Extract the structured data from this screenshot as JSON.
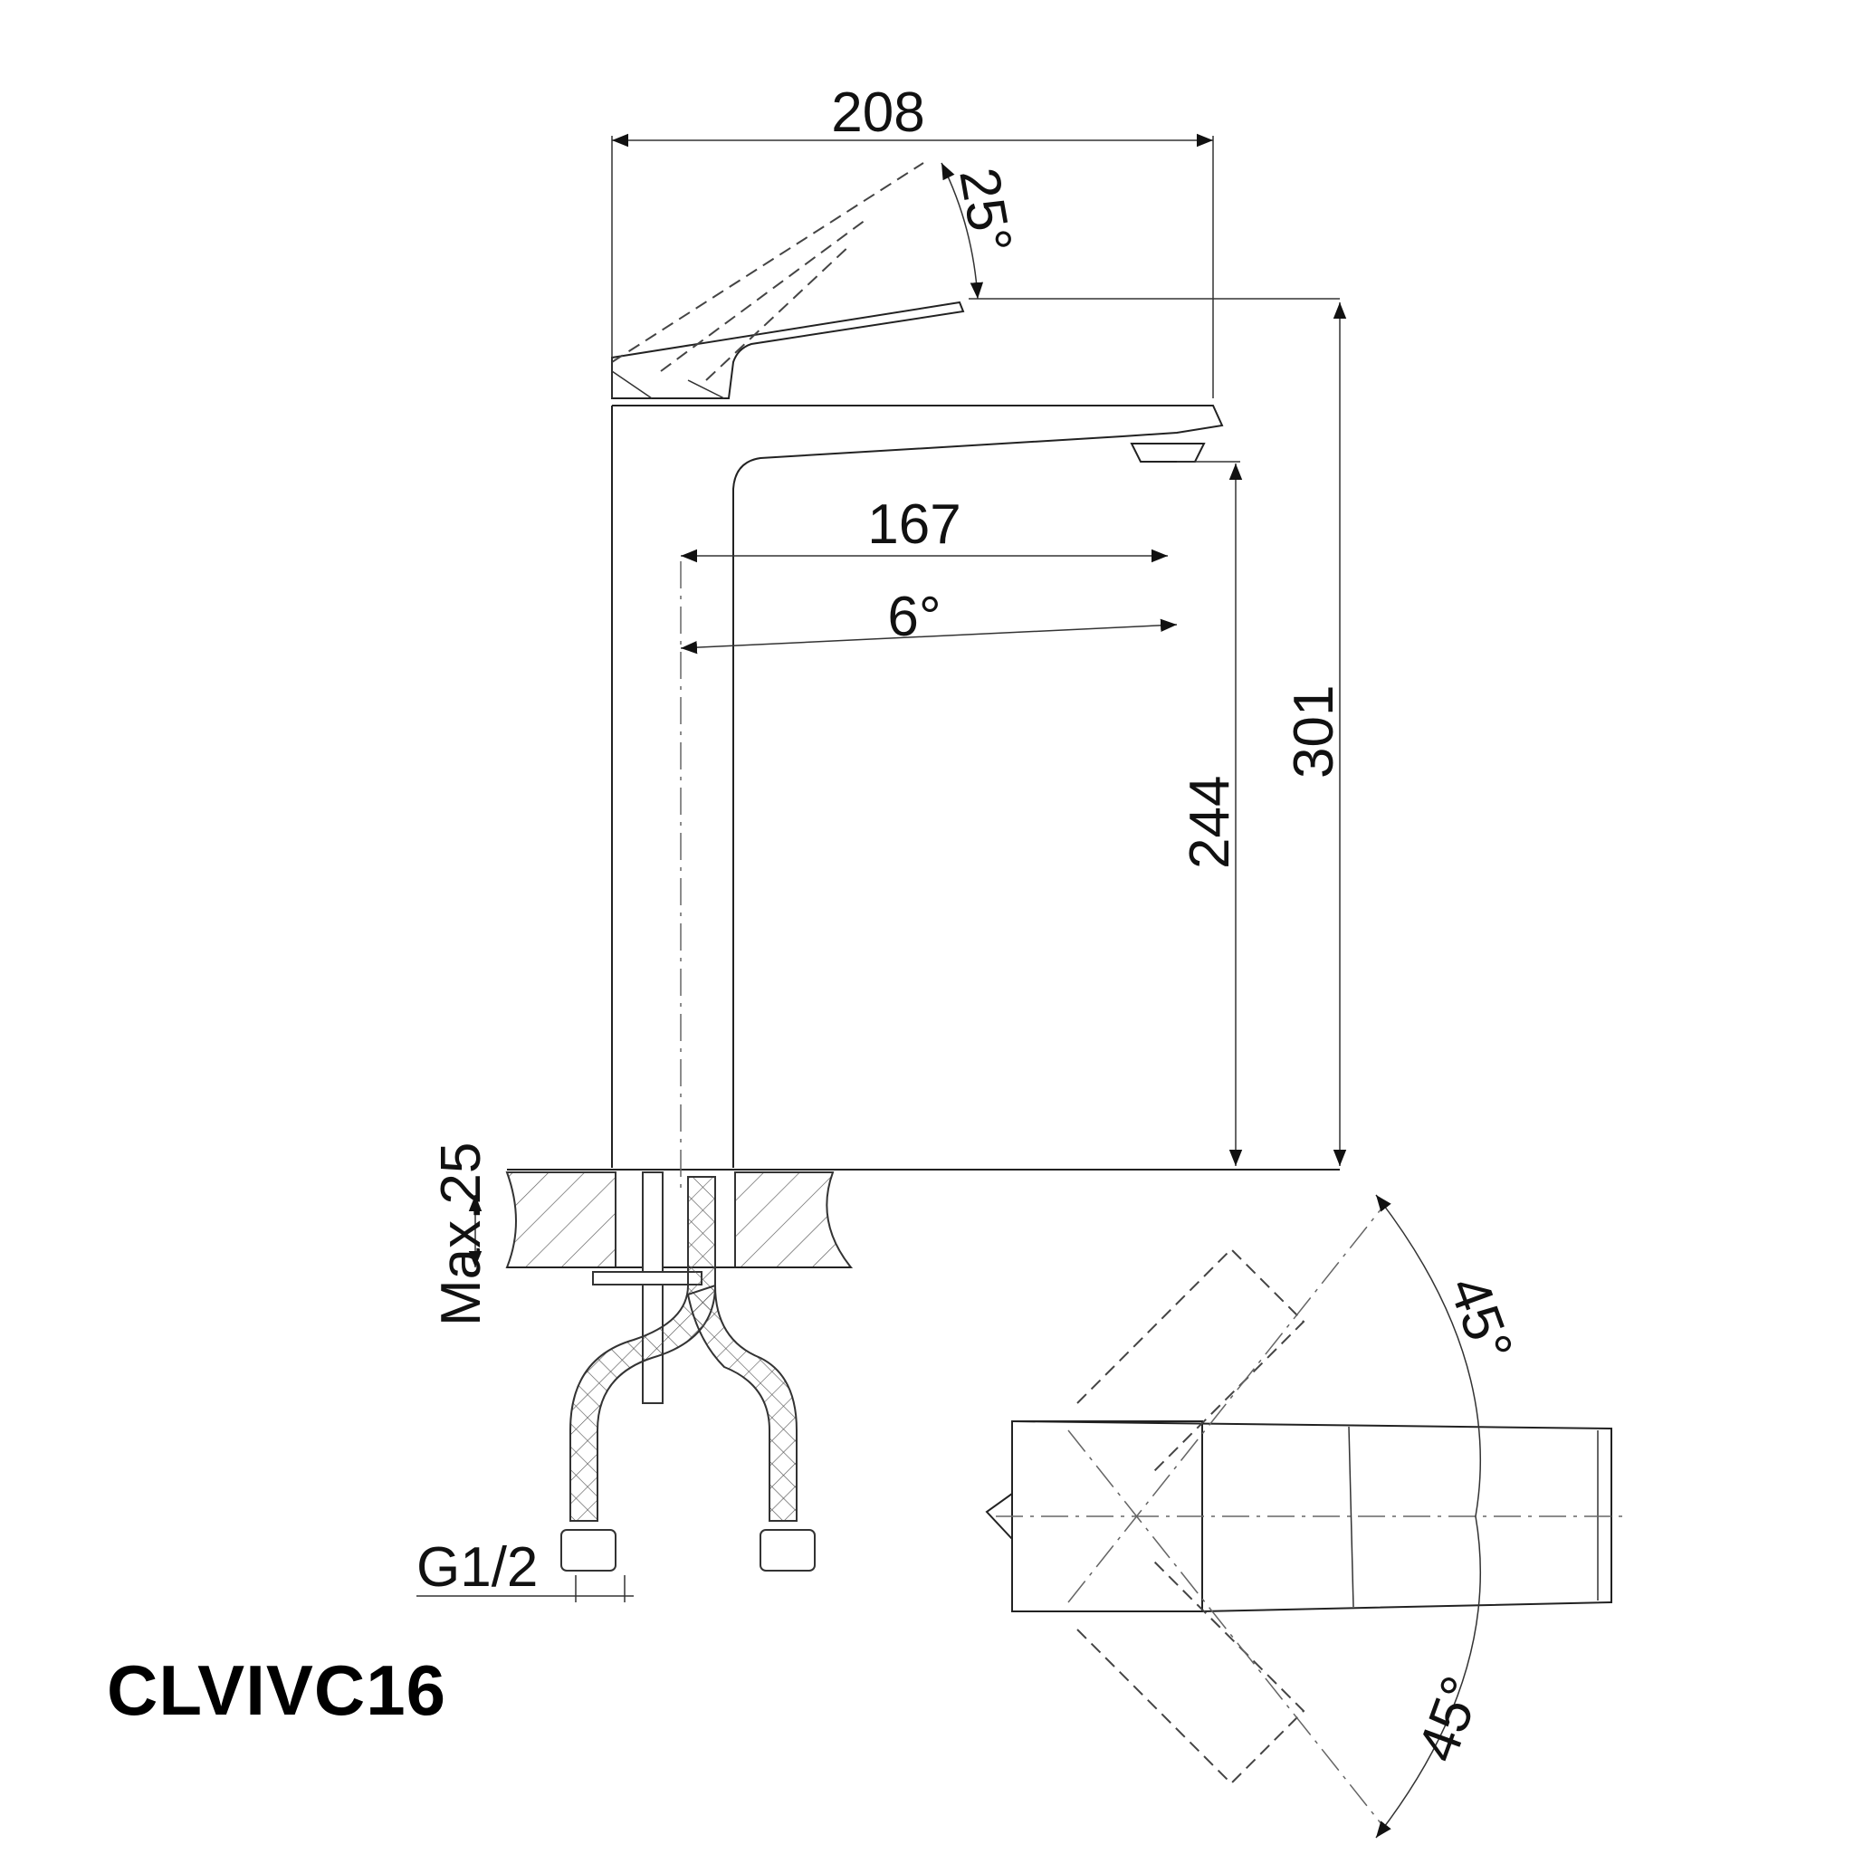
{
  "title": "CLVIVC16",
  "dimensions": {
    "overall_width": "208",
    "lever_angle": "25°",
    "spout_reach": "167",
    "spout_angle": "6°",
    "spout_height": "244",
    "overall_height": "301",
    "max_deck_thickness": "Max.25",
    "connection_thread": "G1/2",
    "rotation_left": "45°",
    "rotation_right": "45°"
  },
  "views": [
    "side-elevation",
    "top-plan"
  ],
  "colors": {
    "line": "#222222",
    "background": "#ffffff"
  }
}
